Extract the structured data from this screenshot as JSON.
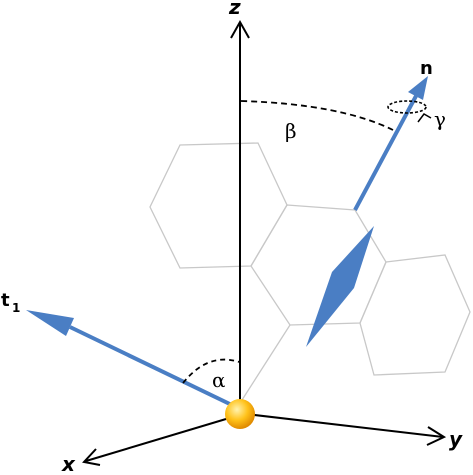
{
  "axes": {
    "x": "x",
    "y": "y",
    "z": "z"
  },
  "vectors": {
    "normal": "n",
    "tangent_main": "t",
    "tangent_sub": "1"
  },
  "angles": {
    "alpha": "α",
    "beta": "β",
    "gamma": "γ"
  },
  "colors": {
    "vector": "#4a7ec4",
    "hexagon": "#c8c8c8",
    "axis": "#000000",
    "origin": "#f5a300"
  }
}
